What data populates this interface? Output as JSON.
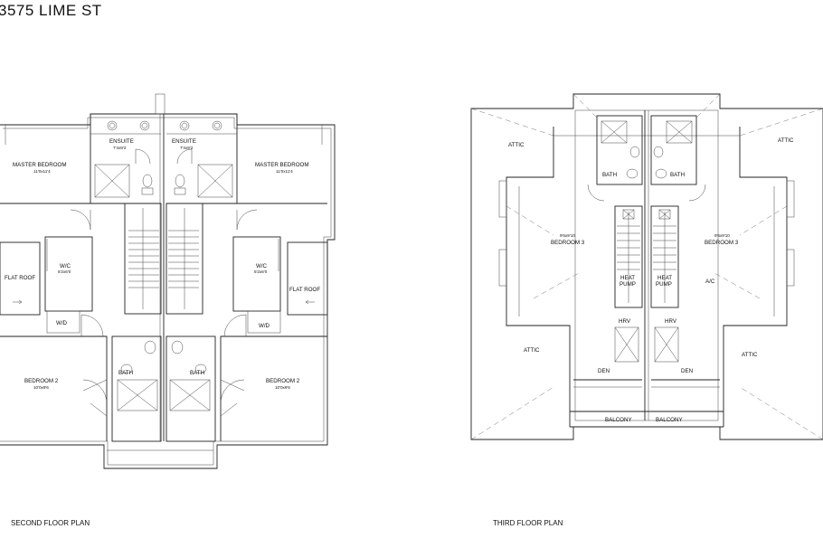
{
  "title": "3575 LIME ST",
  "second_floor": {
    "caption": "SECOND FLOOR PLAN",
    "ensuite_left": {
      "name": "ENSUITE",
      "dim": "7'4x9'2"
    },
    "ensuite_right": {
      "name": "ENSUITE",
      "dim": "7'4x9'2"
    },
    "master_left": {
      "name": "MASTER BEDROOM",
      "dim": "11'0x11'4"
    },
    "master_right": {
      "name": "MASTER BEDROOM",
      "dim": "11'0x11'4"
    },
    "wic_left": {
      "name": "W/C",
      "dim": "5'2x6'0"
    },
    "wic_right": {
      "name": "W/C",
      "dim": "5'2x6'0"
    },
    "flat_roof_left": "FLAT ROOF",
    "flat_roof_right": "FLAT ROOF",
    "wd_left": "W/D",
    "wd_right": "W/D",
    "bath_left": "BATH",
    "bath_right": "BATH",
    "bedroom2_left": {
      "name": "BEDROOM 2",
      "dim": "10'0x9'6"
    },
    "bedroom2_right": {
      "name": "BEDROOM 2",
      "dim": "10'0x9'6"
    }
  },
  "third_floor": {
    "caption": "THIRD FLOOR PLAN",
    "attic_top_left": "ATTIC",
    "attic_top_right": "ATTIC",
    "attic_bottom_left": "ATTIC",
    "attic_bottom_right": "ATTIC",
    "bath_left": "BATH",
    "bath_right": "BATH",
    "bedroom3_left": {
      "name": "BEDROOM 3",
      "dim": "9'6x9'10"
    },
    "bedroom3_right": {
      "name": "BEDROOM 3",
      "dim": "9'6x9'10"
    },
    "heat_pump_left": [
      "HEAT",
      "PUMP"
    ],
    "heat_pump_right": [
      "HEAT",
      "PUMP"
    ],
    "ac": "A/C",
    "hrv_left": "HRV",
    "hrv_right": "HRV",
    "den_left": "DEN",
    "den_right": "DEN",
    "balcony_left": "BALCONY",
    "balcony_right": "BALCONY"
  }
}
